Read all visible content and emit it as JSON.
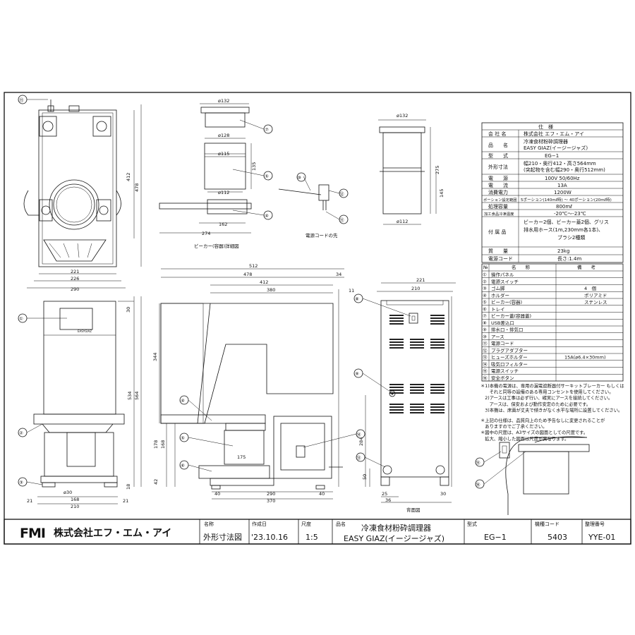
{
  "dims": {
    "top_phi132": "ø132",
    "top_phi128": "ø128",
    "top_phi115": "ø115",
    "top_135": "135",
    "top_phi112": "ø112",
    "top_162": "162",
    "top_274": "274",
    "cup_phi132": "ø132",
    "cup_275": "275",
    "cup_145": "145",
    "cup_phi112": "ø112",
    "fr_412": "412",
    "fr_478": "478",
    "fr_221": "221",
    "fr_226": "226",
    "fr_290": "290",
    "ft_30": "30",
    "ft_534": "534",
    "ft_564": "564",
    "ft_18": "18",
    "ft_phi30": "ø30",
    "ft_21a": "21",
    "ft_21b": "21",
    "ft_168": "168",
    "ft_210": "210",
    "sd_512": "512",
    "sd_478": "478",
    "sd_34": "34",
    "sd_412": "412",
    "sd_380": "380",
    "sd_11": "11",
    "sd_344": "344",
    "sd_178": "178",
    "sd_168": "168",
    "sd_42": "42",
    "sd_175": "175",
    "sd_40a": "40",
    "sd_290": "290",
    "sd_40b": "40",
    "sd_370": "370",
    "bk_221": "221",
    "bk_210": "210",
    "bk_284": "284",
    "bk_50": "50",
    "bk_25": "25",
    "bk_36": "36",
    "bk_30": "30"
  },
  "labels": {
    "beaker_detail": "ビーカー(容器)詳細図",
    "cord_end": "電源コードの先",
    "back_view": "背面図",
    "brand_small": "EASYGIAZ"
  },
  "balloons": [
    "①",
    "②",
    "③",
    "④",
    "⑤",
    "⑥",
    "⑦",
    "⑧",
    "⑨",
    "⑩",
    "⑪",
    "⑫",
    "⑬",
    "⑭",
    "⑮",
    "⑯"
  ],
  "spec": {
    "title": "仕　様",
    "rows": [
      {
        "k": "会 社 名",
        "v": "株式会社 エフ・エム・アイ"
      },
      {
        "k": "品　　名",
        "v": "冷凍食材粉砕調理器\nEASY GIAZ(イージージャズ)"
      },
      {
        "k": "型　　式",
        "v": "EG−1"
      },
      {
        "k": "外形寸法",
        "v": "幅210・奥行412・高さ564mm\n(突起物を含む幅290・奥行512mm)"
      },
      {
        "k": "電　　源",
        "v": "100V 50/60Hz"
      },
      {
        "k": "電　　流",
        "v": "13A"
      },
      {
        "k": "消費電力",
        "v": "1200W"
      },
      {
        "k": "ポーション設定範囲",
        "v": "5ポーション(140mℓ時) 〜 40ポーション(20mℓ時)"
      },
      {
        "k": "処理容量",
        "v": "800mℓ"
      },
      {
        "k": "加工食品冷凍温度",
        "v": "-20℃〜-23℃"
      },
      {
        "k": "付 属 品",
        "v": "ビーカー2個、ビーカー蓋2個、グリス\n排水用ホース(1m,230mm各1本)、\nブラシ2種類"
      },
      {
        "k": "質　　量",
        "v": "23kg"
      },
      {
        "k": "電源コード",
        "v": "長さ:1.4m"
      }
    ]
  },
  "parts": {
    "header": {
      "no": "№",
      "name": "名　　称",
      "remark": "備　　考"
    },
    "rows": [
      {
        "no": "①",
        "name": "操作パネル",
        "remark": ""
      },
      {
        "no": "②",
        "name": "電源スイッチ",
        "remark": ""
      },
      {
        "no": "③",
        "name": "ゴム脚",
        "remark": "4　個"
      },
      {
        "no": "④",
        "name": "ホルダー",
        "remark": "ポリアミド"
      },
      {
        "no": "⑤",
        "name": "ビーカー(容器)",
        "remark": "ステンレス"
      },
      {
        "no": "⑥",
        "name": "トレイ",
        "remark": ""
      },
      {
        "no": "⑦",
        "name": "ビーカー蓋(容器蓋)",
        "remark": ""
      },
      {
        "no": "⑧",
        "name": "USB差込口",
        "remark": ""
      },
      {
        "no": "⑨",
        "name": "排水口・排気口",
        "remark": ""
      },
      {
        "no": "⑩",
        "name": "アース",
        "remark": ""
      },
      {
        "no": "⑪",
        "name": "電源コード",
        "remark": ""
      },
      {
        "no": "⑫",
        "name": "プラグアダプター",
        "remark": ""
      },
      {
        "no": "⑬",
        "name": "ヒューズホルダー",
        "remark": "15A(ø6.4×30mm)"
      },
      {
        "no": "⑭",
        "name": "吸気口フィルター",
        "remark": ""
      },
      {
        "no": "⑮",
        "name": "電源スイッチ",
        "remark": ""
      },
      {
        "no": "⑯",
        "name": "安全ボタン",
        "remark": ""
      }
    ]
  },
  "notes": [
    "＊1)本機の電源は、専用の漏電遮断器付サーキットブレーカー もしくは",
    "　　それと同等の設備のある専用コンセントを使用してください。",
    "　2)アースは工事は必ず行い、確実にアースを接続してください。",
    "　　アースは、保安および動作安定のために必要です。",
    "　3)本機は、床面が丈夫で傾きがなく水平な場所に設置してください。",
    "＊上記の仕様は、品質向上のため予告なしに変更されることが",
    "　ありますのでご了承ください。",
    "＊図中の尺度は、A3サイズの図面としての尺度です。",
    "　拡大、縮小した図面は尺度が異なります。"
  ],
  "title_block": {
    "logo": "FMI",
    "company": "株式会社エフ・エム・アイ",
    "name_label": "名称",
    "name_value": "外形寸法図",
    "date_label": "作成日",
    "date_value": "'23.10.16",
    "scale_label": "尺度",
    "scale_value": "1:5",
    "product_label": "品名",
    "product_value_1": "冷凍食材粉砕調理器",
    "product_value_2": "EASY GIAZ(イージージャズ)",
    "model_label": "型式",
    "model_value": "EG−1",
    "code_label": "機種コード",
    "code_value": "5403",
    "ref_label": "整理番号",
    "ref_value": "YYE-01"
  }
}
